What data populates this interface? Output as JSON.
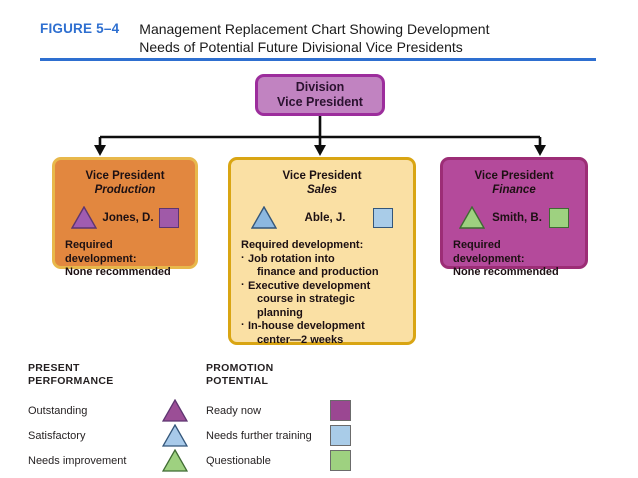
{
  "header": {
    "figure_number": "FIGURE 5–4",
    "title_line1": "Management Replacement Chart Showing Development",
    "title_line2": "Needs of Potential Future Divisional Vice Presidents",
    "rule_color": "#2e6fd0",
    "number_color": "#2e6fd0"
  },
  "chart_data": {
    "type": "diagram",
    "title": "Management Replacement Chart Showing Development Needs of Potential Future Divisional Vice Presidents",
    "root": {
      "title_line1": "Division",
      "title_line2": "Vice President",
      "fill": "#c183c1",
      "border": "#9c2d9c"
    },
    "nodes": [
      {
        "id": "production",
        "role": "Vice President",
        "division": "Production",
        "person": "Jones, D.",
        "performance": "Outstanding",
        "performance_color": "#9b4e96",
        "potential": "Ready now",
        "potential_color": "#a05aa8",
        "development_title": "Required development:",
        "development_lines": [
          "None recommended"
        ],
        "development_bullets": [],
        "fill": "#e2873f",
        "border": "#e8b84b"
      },
      {
        "id": "sales",
        "role": "Vice President",
        "division": "Sales",
        "person": "Able, J.",
        "performance": "Satisfactory",
        "performance_color": "#8cb8e0",
        "potential": "Needs further training",
        "potential_color": "#a9cce8",
        "development_title": "Required development:",
        "development_lines": [],
        "development_bullets": [
          {
            "line1": "Job rotation into",
            "line2": "finance and production",
            "line3": ""
          },
          {
            "line1": "Executive development",
            "line2": "course in strategic",
            "line3": "planning"
          },
          {
            "line1": "In-house development",
            "line2": "center—2 weeks",
            "line3": ""
          }
        ],
        "fill": "#fae0a4",
        "border": "#d9a513"
      },
      {
        "id": "finance",
        "role": "Vice President",
        "division": "Finance",
        "person": "Smith, B.",
        "performance": "Needs improvement",
        "performance_color": "#9ed180",
        "potential": "Questionable",
        "potential_color": "#9ed180",
        "development_title": "Required development:",
        "development_lines": [
          "None recommended"
        ],
        "development_bullets": [],
        "fill": "#b44a9b",
        "border": "#9c2d76"
      }
    ]
  },
  "legend": {
    "performance": {
      "heading_line1": "PRESENT",
      "heading_line2": "PERFORMANCE",
      "items": [
        {
          "label": "Outstanding",
          "color": "#9b4e96"
        },
        {
          "label": "Satisfactory",
          "color": "#a8caea"
        },
        {
          "label": "Needs improvement",
          "color": "#9ed180"
        }
      ]
    },
    "potential": {
      "heading_line1": "PROMOTION",
      "heading_line2": "POTENTIAL",
      "items": [
        {
          "label": "Ready now",
          "color": "#9b4792"
        },
        {
          "label": "Needs further training",
          "color": "#a9cce8"
        },
        {
          "label": "Questionable",
          "color": "#9ed180"
        }
      ]
    }
  }
}
